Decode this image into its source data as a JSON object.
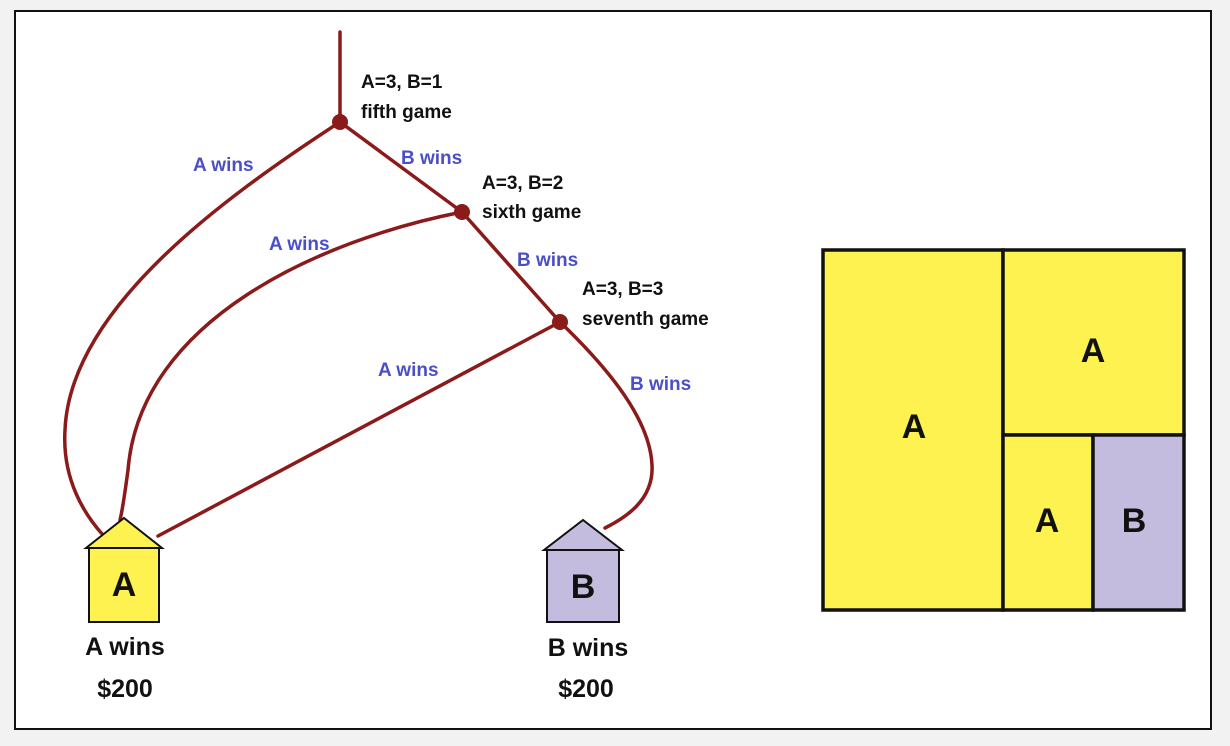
{
  "colors": {
    "edge": "#8b1a1a",
    "node": "#8b1a1a",
    "edge_label": "#4a4fc7",
    "a_fill": "#fdf250",
    "b_fill": "#c4bcdf",
    "text": "#111111"
  },
  "tree": {
    "nodes": [
      {
        "line1": "A=3, B=1",
        "line2": "fifth game"
      },
      {
        "line1": "A=3, B=2",
        "line2": "sixth game"
      },
      {
        "line1": "A=3, B=3",
        "line2": "seventh game"
      }
    ],
    "edges": [
      {
        "label": "A wins"
      },
      {
        "label": "B wins"
      },
      {
        "label": "A wins"
      },
      {
        "label": "B wins"
      },
      {
        "label": "A wins"
      },
      {
        "label": "B wins"
      }
    ],
    "outcomes": [
      {
        "letter": "A",
        "result": "A wins",
        "amount": "$200"
      },
      {
        "letter": "B",
        "result": "B wins",
        "amount": "$200"
      }
    ]
  },
  "partition": {
    "cells": [
      {
        "label": "A"
      },
      {
        "label": "A"
      },
      {
        "label": "A"
      },
      {
        "label": "B"
      }
    ]
  }
}
